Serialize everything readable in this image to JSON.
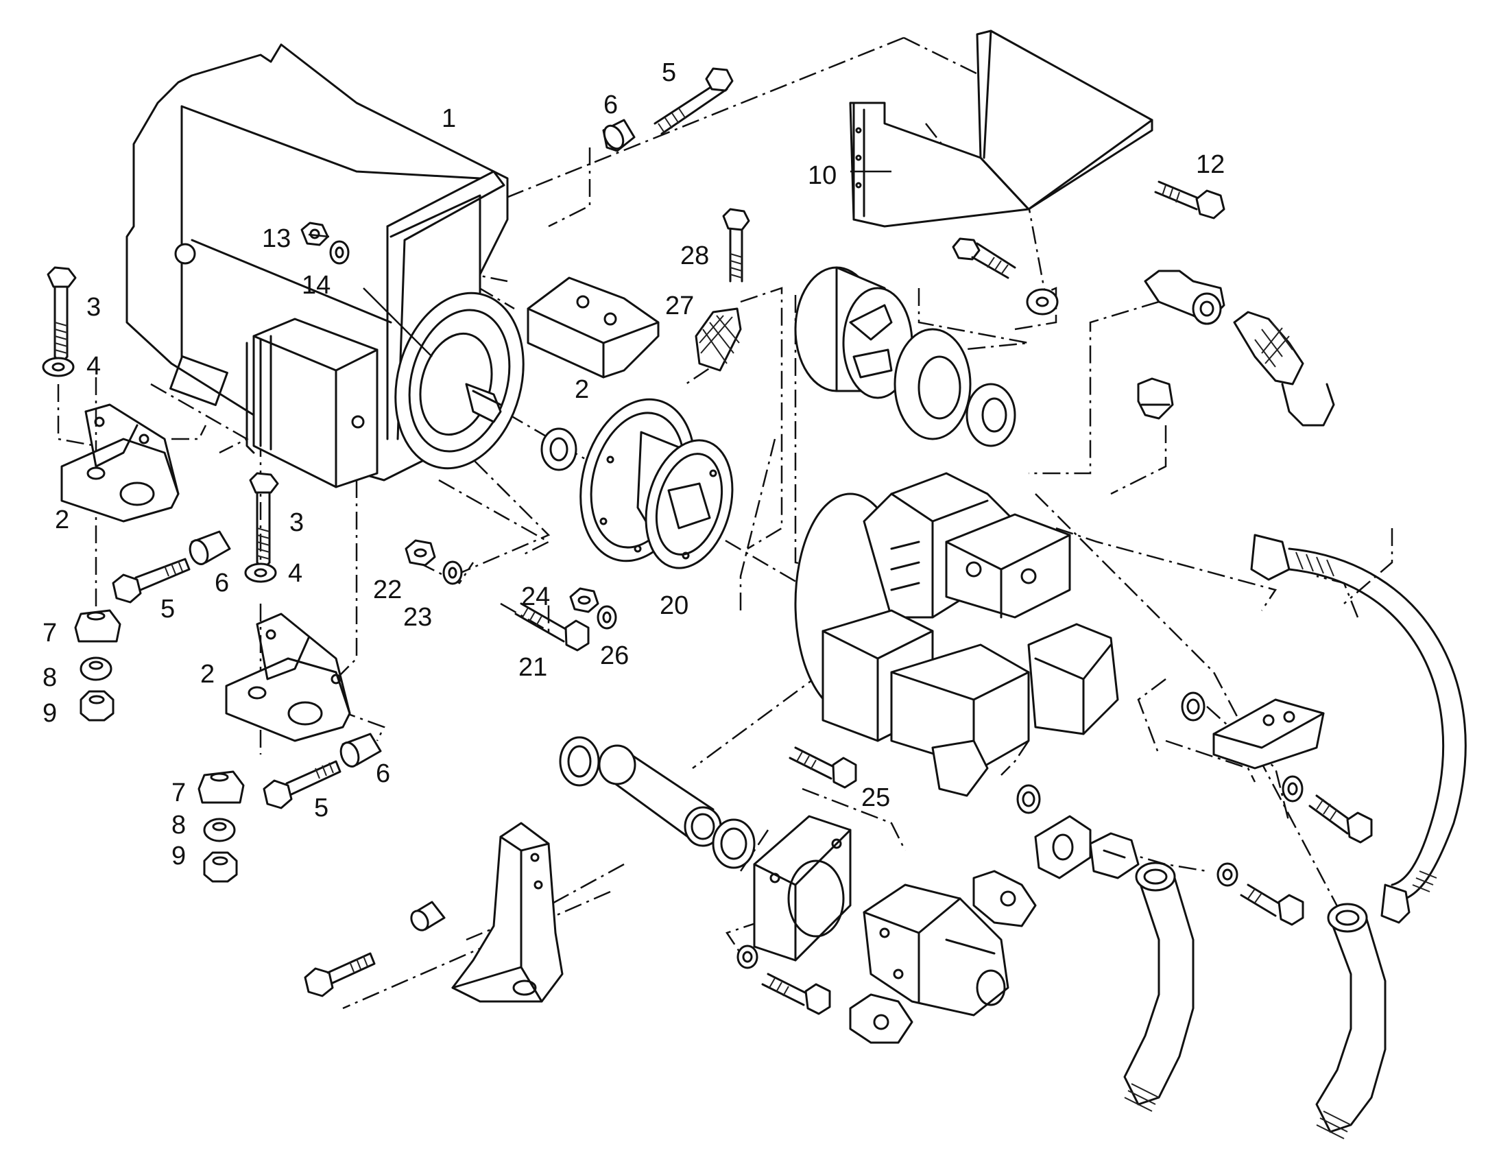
{
  "callouts": [
    {
      "id": "c1",
      "text": "1"
    },
    {
      "id": "c2a",
      "text": "2"
    },
    {
      "id": "c2b",
      "text": "2"
    },
    {
      "id": "c2c",
      "text": "2"
    },
    {
      "id": "c3a",
      "text": "3"
    },
    {
      "id": "c3b",
      "text": "3"
    },
    {
      "id": "c4a",
      "text": "4"
    },
    {
      "id": "c4b",
      "text": "4"
    },
    {
      "id": "c5a",
      "text": "5"
    },
    {
      "id": "c5b",
      "text": "5"
    },
    {
      "id": "c5c",
      "text": "5"
    },
    {
      "id": "c6a",
      "text": "6"
    },
    {
      "id": "c6b",
      "text": "6"
    },
    {
      "id": "c6c",
      "text": "6"
    },
    {
      "id": "c7a",
      "text": "7"
    },
    {
      "id": "c7b",
      "text": "7"
    },
    {
      "id": "c8a",
      "text": "8"
    },
    {
      "id": "c8b",
      "text": "8"
    },
    {
      "id": "c9a",
      "text": "9"
    },
    {
      "id": "c9b",
      "text": "9"
    },
    {
      "id": "c10",
      "text": "10"
    },
    {
      "id": "c12",
      "text": "12"
    },
    {
      "id": "c13",
      "text": "13"
    },
    {
      "id": "c14",
      "text": "14"
    },
    {
      "id": "c20",
      "text": "20"
    },
    {
      "id": "c21",
      "text": "21"
    },
    {
      "id": "c22",
      "text": "22"
    },
    {
      "id": "c23",
      "text": "23"
    },
    {
      "id": "c24",
      "text": "24"
    },
    {
      "id": "c25",
      "text": "25"
    },
    {
      "id": "c26",
      "text": "26"
    },
    {
      "id": "c27",
      "text": "27"
    },
    {
      "id": "c28",
      "text": "28"
    }
  ]
}
